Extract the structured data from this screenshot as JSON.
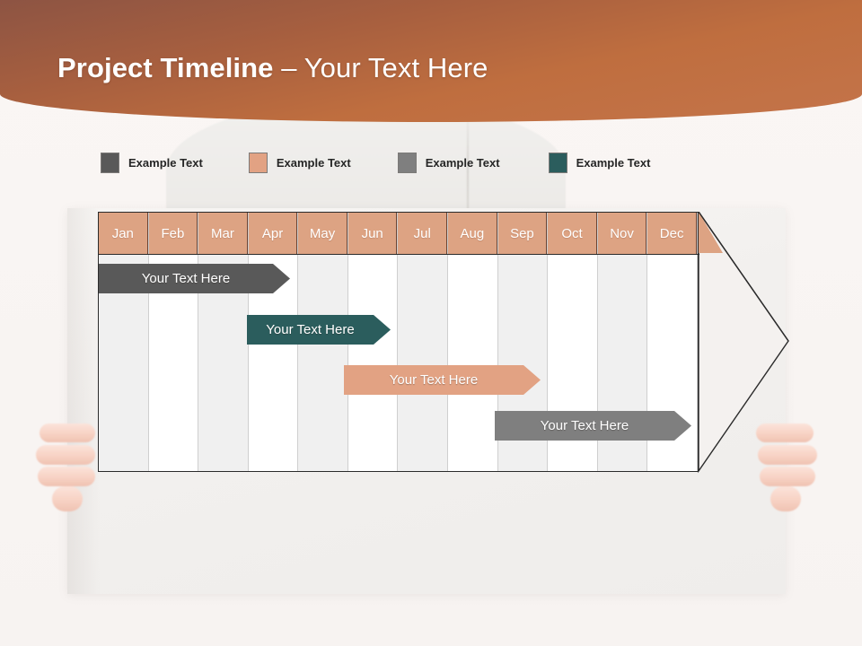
{
  "header": {
    "title_bold": "Project Timeline",
    "title_light": " – Your Text Here",
    "gradient_from": "#8d5443",
    "gradient_to": "#c4744a"
  },
  "legend": {
    "items": [
      {
        "label": "Example Text",
        "color": "#595959"
      },
      {
        "label": "Example Text",
        "color": "#e2a283"
      },
      {
        "label": "Example Text",
        "color": "#7f7f7f"
      },
      {
        "label": "Example Text",
        "color": "#2b5d5d"
      }
    ]
  },
  "chart_data": {
    "type": "bar",
    "title": "Project Timeline – Your Text Here",
    "xlabel": "",
    "ylabel": "",
    "grid": true,
    "legend_position": "top",
    "categories": [
      "Jan",
      "Feb",
      "Mar",
      "Apr",
      "May",
      "Jun",
      "Jul",
      "Aug",
      "Sep",
      "Oct",
      "Nov",
      "Dec"
    ],
    "series": [
      {
        "name": "Example Text",
        "label": "Your  Text Here",
        "color": "#595959",
        "border": "#3f3f3f",
        "start_month": "Jan",
        "end_month": "Apr",
        "start_index": 0,
        "end_index": 3,
        "row": 0
      },
      {
        "name": "Example Text",
        "label": "Your  Text Here",
        "color": "#2b5d5d",
        "border": "#1f4444",
        "start_month": "Mar",
        "end_month": "Jun",
        "start_index": 2,
        "end_index": 5,
        "row": 1
      },
      {
        "name": "Example Text",
        "label": "Your  Text Here",
        "color": "#e2a283",
        "border": "#b9apprx",
        "start_month": "May",
        "end_month": "Aug",
        "start_index": 4,
        "end_index": 8,
        "row": 2
      },
      {
        "name": "Example Text",
        "label": "Your  Text Here",
        "color": "#7f7f7f",
        "border": "#5c5c5c",
        "start_month": "Sep",
        "end_month": "Dec",
        "start_index": 7,
        "end_index": 11,
        "row": 3
      }
    ],
    "header_fill": "#dda383",
    "header_text_color": "#ffffff",
    "stripe_color": "#f0f0f0",
    "arrow_outline": "#2b2b2b"
  }
}
